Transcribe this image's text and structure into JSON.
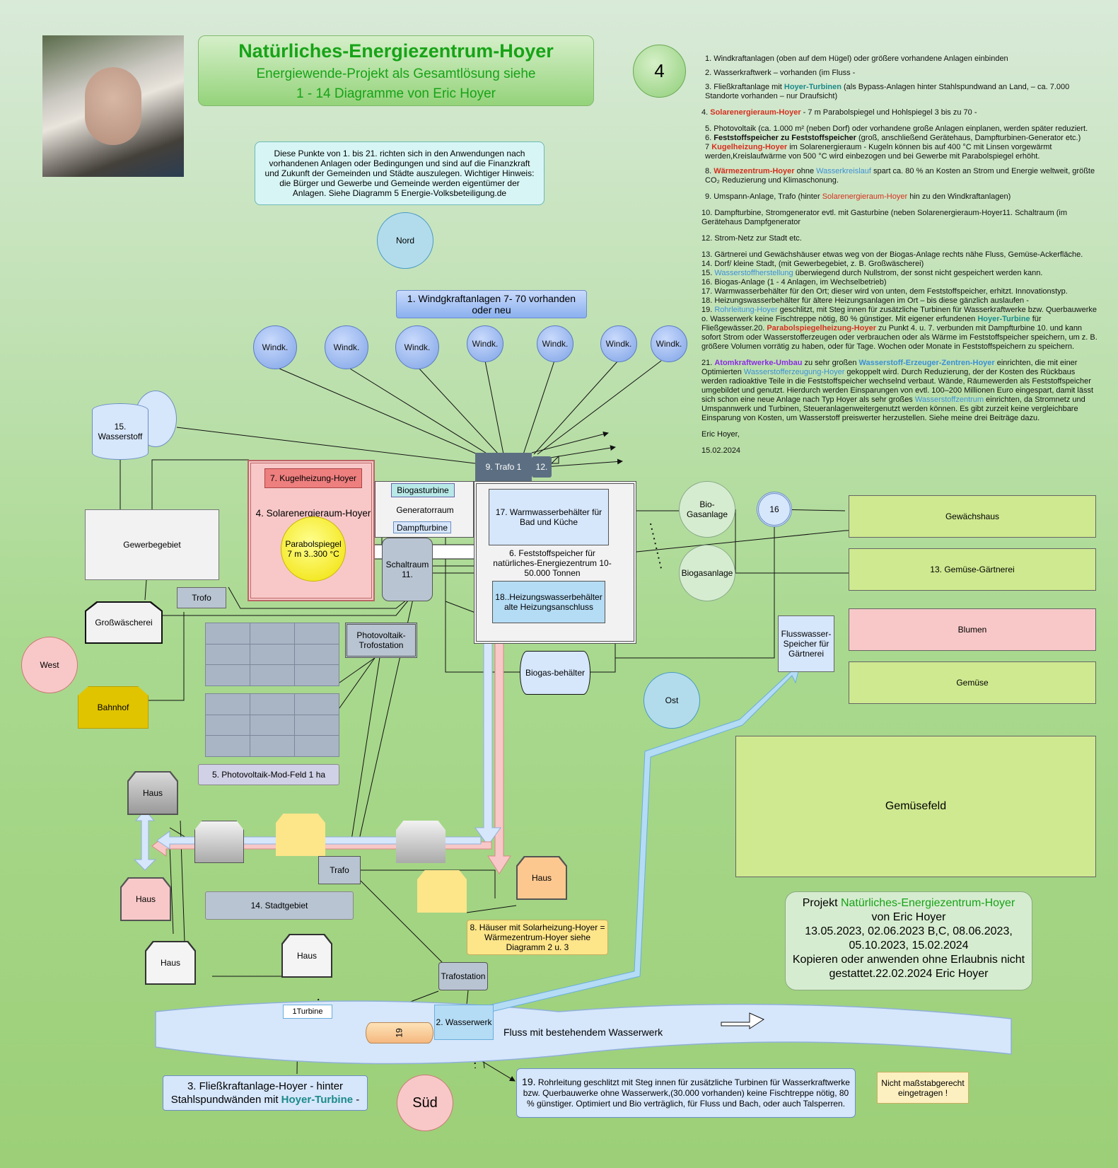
{
  "header": {
    "title": "Natürliches-Energiezentrum-Hoyer",
    "subtitle1": "Energiewende-Projekt als Gesamtlösung siehe",
    "subtitle2": "1 - 14 Diagramme von Eric Hoyer"
  },
  "diagram_number": "4",
  "info_box": "Diese Punkte von 1. bis 21. richten sich in den Anwendungen nach vorhandenen Anlagen oder Bedingungen und sind auf die Finanzkraft und Zukunft der Gemeinden und Städte auszulegen. Wichtiger Hinweis: die Bürger und Gewerbe und Gemeinde werden eigentümer der Anlagen. Siehe Diagramm 5  Energie-Volksbeteiligung.de",
  "compass": {
    "nord": "Nord",
    "west": "West",
    "ost": "Ost",
    "sued": "Süd"
  },
  "wind_title": "1. Windgkraftanlagen 7- 70 vorhanden oder neu",
  "wind_label": "Windk.",
  "labels": {
    "wasserstoff": "15. Wasserstoff",
    "gewerbe": "Gewerbegebiet",
    "grosswaescherei": "Großwäscherei",
    "bahnhof": "Bahnhof",
    "trofo": "Trofo",
    "kugelheizung": "7. Kugelheizung-Hoyer",
    "solarraum": "4. Solarenergieraum-Hoyer",
    "parabol": "Parabolspiegel 7 m 3..300 °C",
    "biogasturbine": "Biogasturbine",
    "generatorraum": "Generatorraum",
    "dampfturbine": "Dampfturbine",
    "schaltraum": "Schaltraum 11.",
    "trafo1": "9. Trafo 1",
    "t12": "12.",
    "warmwasser": "17. Warmwasserbehälter für Bad und Küche",
    "feststoff": "6. Feststoffspeicher für natürliches-Energiezentrum 10-50.000 Tonnen",
    "heizwasser": "18..Heizungswasserbehälter alte Heizungsanschluss",
    "pv_trafo": "Photovoltaik-Trofostation",
    "pv_feld": "5. Photovoltaik-Mod-Feld  1 ha",
    "biogasbeh": "Biogas-behälter",
    "biogasanlage1": "Bio-Gasanlage",
    "biogasanlage2": "Biogasanlage",
    "n16": "16",
    "flusswasser": "Flusswasser-Speicher für Gärtnerei",
    "gewaechshaus": "Gewächshaus",
    "gaertnerei": "13.  Gemüse-Gärtnerei",
    "blumen": "Blumen",
    "gemuese": "Gemüse",
    "gemuesefeld": "Gemüsefeld",
    "haus": "Haus",
    "trafo": "Trafo",
    "stadtgebiet": "14. Stadtgebiet",
    "haeuser": "8. Häuser mit Solarheizung-Hoyer = Wärmezentrum-Hoyer siehe Diagramm  2 u. 3",
    "trafostation": "Trafostation",
    "wasserwerk": "2. Wasserwerk",
    "turbine": "1Turbine",
    "n19": "19",
    "fluss": "Fluss mit bestehendem Wasserwerk",
    "fliess_a": "3. Fließkraftanlage-Hoyer - hinter Stahlspundwänden mit ",
    "fliess_b": "Hoyer-Turbine",
    "fliess_c": " -",
    "rohr_n": "19.",
    "rohr": " Rohrleitung geschlitzt mit Steg innen für zusätzliche Turbinen für Wasserkraftwerke bzw. Querbauwerke ohne Wasserwerk,(30.000 vorhanden) keine Fischtreppe nötig, 80 % günstiger. Optimiert und Bio verträglich, für Fluss und Bach, oder auch Talsperren.",
    "massstab": "Nicht maßstabgerecht eingetragen !"
  },
  "project": {
    "a": "Projekt  ",
    "b": "Natürliches-Energiezentrum-Hoyer",
    "c": "von Eric Hoyer",
    "d": "13.05.2023, 02.06.2023 B,C, 08.06.2023, 05.10.2023, 15.02.2024",
    "e": "Kopieren oder anwenden ohne Erlaubnis nicht gestattet.22.02.2024 Eric Hoyer"
  },
  "list": {
    "l1": "1. Windkraftanlagen (oben auf dem Hügel) oder größere vorhandene Anlagen einbinden",
    "l2": "2. Wasserkraftwerk – vorhanden (im Fluss  -",
    "l3a": "3. Fließkraftanlage mit ",
    "l3b": "Hoyer-Turbinen",
    "l3c": " (als Bypass-Anlagen hinter Stahlspundwand an Land, – ca. 7.000 Standorte vorhanden –   nur Draufsicht)",
    "l4a": "4. ",
    "l4b": "Solarenergieraum-Hoyer",
    "l4c": " - 7 m Parabolspiegel und Hohlspiegel 3 bis zu 70  -",
    "l5": "5. Photovoltaik (ca. 1.000 m² (neben Dorf) oder vorhandene große Anlagen einplanen, werden später reduziert.",
    "l6a": "6. ",
    "l6b": "Feststoffspeicher zu Feststoffspeicher",
    "l6c": " (groß, anschließend Gerätehaus, Dampfturbinen-Generator etc.)",
    "l7a": "7 ",
    "l7b": "Kugelheizung-Hoyer",
    "l7c": "  im Solarenergieraum - Kugeln können bis auf 400 °C mit Linsen vorgewärmt werden,Kreislaufwärme  von 500 °C wird einbezogen und bei Gewerbe mit Parabolspiegel erhöht.",
    "l8a": "8. ",
    "l8b": "Wärmezentrum-Hoyer",
    "l8c": " ohne ",
    "l8d": "Wasserkreislauf",
    "l8e": " spart ca. 80 % an Kosten an Strom und Energie weltweit,       größte CO₂ Reduzierung und Klimaschonung.",
    "l9a": "9. Umspann-Anlage, Trafo (hinter ",
    "l9b": "Solarenergieraum-Hoyer",
    "l9c": " hin zu den Windkraftanlagen)",
    "l10": "10. Dampfturbine, Stromgenerator evtl. mit Gasturbine (neben Solarenergieraum-Hoyer11. Schaltraum (im Gerätehaus Dampfgenerator",
    "l12": "12. Strom-Netz zur Stadt  etc.",
    "l13": "13. Gärtnerei und Gewächshäuser etwas weg von der Biogas-Anlage rechts nähe Fluss, Gemüse-Ackerfläche.",
    "l14": "14. Dorf/ kleine Stadt, (mit Gewerbegebiet, z. B. Großwäscherei)",
    "l15a": "15. ",
    "l15b": "Wasserstoffherstellung",
    "l15c": " überwiegend durch Nullstrom, der sonst nicht gespeichert werden kann.",
    "l16": "16. Biogas-Anlage (1 - 4 Anlagen, im Wechselbetrieb)",
    "l17": "17. Warmwasserbehälter für den Ort; dieser wird von unten, dem Feststoffspeicher, erhitzt. Innovationstyp.",
    "l18": "18. Heizungswasserbehälter für ältere Heizungsanlagen im Ort – bis diese gänzlich auslaufen -",
    "l19a": "19. ",
    "l19b": "Rohrleitung-Hoyer",
    "l19c": " geschlitzt, mit Steg innen für zusätzliche Turbinen für Wasserkraftwerke bzw. Querbauwerke o. Wasserwerk  keine Fischtreppe nötig, 80 % günstiger. Mit eigener erfundenen ",
    "l19d": "Hoyer-Turbine",
    "l19e": " für Fließgewässer.20. ",
    "l20a": "Parabolspiegelheizung-Hoyer",
    "l20b": " zu Punkt 4. u. 7. verbunden mit Dampfturbine 10. und kann sofort Strom oder Wasserstofferzeugen oder verbrauchen oder als Wärme im Feststoffspeicher speichern, um z. B. größere Volumen vorrätig zu haben,  oder für Tage. Wochen oder Monate in Feststoffspeichern zu speichern.",
    "l21a": "21. ",
    "l21b": "Atomkraftwerke-Umbau",
    "l21c": " zu sehr großen ",
    "l21d": "Wasserstoff-Erzeuger-Zentren-Hoyer",
    "l21e": " einrichten, die mit einer Optimierten ",
    "l21f": "Wasserstofferzeugung-Hoyer",
    "l21g": " gekoppelt wird. Durch Reduzierung, der der Kosten des Rückbaus werden radioaktive Teile in die Feststoffspeicher wechselnd verbaut. Wände, Räumewerden als Feststoffspeicher umgebildet und genutzt. Hierdurch werden Einsparungen von evtl. 100–200 Millionen Euro eingespart, damit lässt sich schon eine neue Anlage nach Typ Hoyer als sehr großes ",
    "l21h": "Wasserstoffzentrum",
    "l21i": " einrichten, da Stromnetz und Umspannwerk und Turbinen, Steueranlagenweitergenutzt werden können. Es gibt zurzeit keine vergleichbare Einsparung von Kosten, um Wasserstoff preiswerter herzustellen. Siehe meine drei Beiträge dazu.",
    "author": "Eric Hoyer,",
    "date": "15.02.2024"
  },
  "colors": {
    "title_green": "#17a317",
    "blue_item": "#3a8fd6",
    "red_item": "#d62f1e"
  }
}
